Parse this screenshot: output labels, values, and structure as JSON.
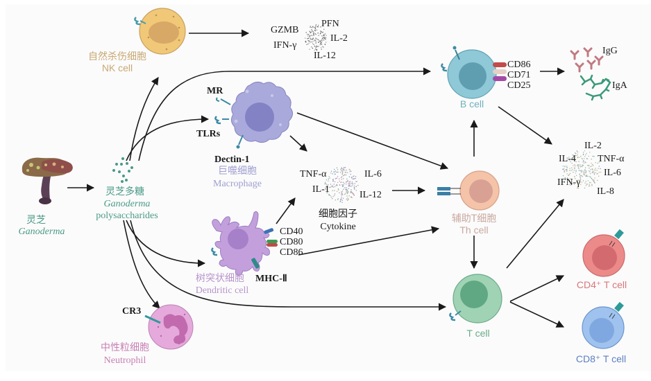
{
  "source": {
    "cn": "灵芝",
    "en": "Ganoderma"
  },
  "polysaccharide": {
    "cn": "灵芝多糖",
    "en_italic": "Ganoderma",
    "en": "polysaccharides"
  },
  "cells": {
    "nk": {
      "cn": "自然杀伤细胞",
      "en": "NK cell"
    },
    "macrophage": {
      "cn": "巨噬细胞",
      "en": "Macrophage",
      "receptors": [
        "MR",
        "TLRs",
        "Dectin-1"
      ]
    },
    "dendritic": {
      "cn": "树突状细胞",
      "en": "Dendritic cell",
      "markers": [
        "CD40",
        "CD80",
        "CD86"
      ],
      "mhc": "MHC-Ⅱ"
    },
    "neutrophil": {
      "cn": "中性粒细胞",
      "en": "Neutrophil",
      "receptor": "CR3"
    },
    "bcell": {
      "en": "B cell",
      "markers": [
        "CD86",
        "CD71",
        "CD25"
      ]
    },
    "th": {
      "cn": "辅助T细胞",
      "en": "Th cell"
    },
    "tcell": {
      "en": "T cell"
    },
    "cd4": {
      "label": "CD4⁺ T cell"
    },
    "cd8": {
      "label": "CD8⁺ T cell"
    }
  },
  "nk_cytokines": [
    "GZMB",
    "PFN",
    "IL-2",
    "IFN-γ",
    "IL-12"
  ],
  "cytokine_group": {
    "cn": "细胞因子",
    "en": "Cytokine",
    "items": [
      "TNF-α",
      "IL-6",
      "IL-1",
      "IL-12"
    ]
  },
  "t_cytokines": [
    "IL-2",
    "IL-4",
    "TNF-α",
    "IL-6",
    "IFN-γ",
    "IL-8"
  ],
  "antibodies": [
    "IgG",
    "IgA"
  ],
  "colors": {
    "nk": "#c9a874",
    "macrophage": "#9d9ed0",
    "dendritic": "#b894cc",
    "neutrophil": "#c77fb3",
    "bcell": "#6fb0bd",
    "th": "#c9a8a0",
    "tcell": "#6aaa8a",
    "cd4": "#d9777b",
    "cd8": "#5b7fc2",
    "poly": "#4a9a86"
  }
}
